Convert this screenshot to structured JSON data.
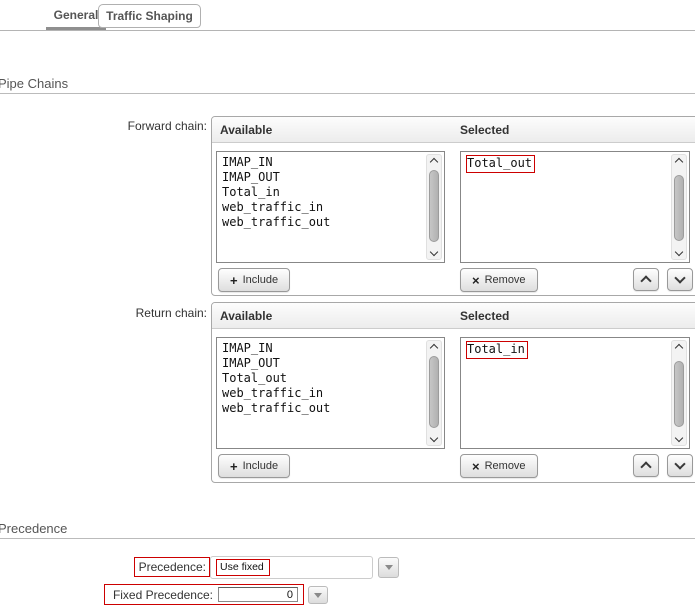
{
  "tabs": {
    "general": "General",
    "traffic_shaping": "Traffic Shaping"
  },
  "pipe_chains": {
    "title": "Pipe Chains",
    "headers": {
      "available": "Available",
      "selected": "Selected"
    },
    "buttons": {
      "include": "Include",
      "remove": "Remove",
      "plus": "+",
      "cross": "×"
    },
    "forward": {
      "label": "Forward chain:",
      "available_items": [
        "IMAP_IN",
        "IMAP_OUT",
        "Total_in",
        "web_traffic_in",
        "web_traffic_out"
      ],
      "selected_items": [
        "Total_out"
      ]
    },
    "return": {
      "label": "Return chain:",
      "available_items": [
        "IMAP_IN",
        "IMAP_OUT",
        "Total_out",
        "web_traffic_in",
        "web_traffic_out"
      ],
      "selected_items": [
        "Total_in"
      ]
    }
  },
  "precedence": {
    "title": "Precedence",
    "label": "Precedence:",
    "value": "Use fixed",
    "fixed_label": "Fixed Precedence:",
    "fixed_value": "0"
  },
  "colors": {
    "annotation_red": "#cc0000",
    "band_gray": "#ececec",
    "border_gray": "#a8a8a8"
  }
}
